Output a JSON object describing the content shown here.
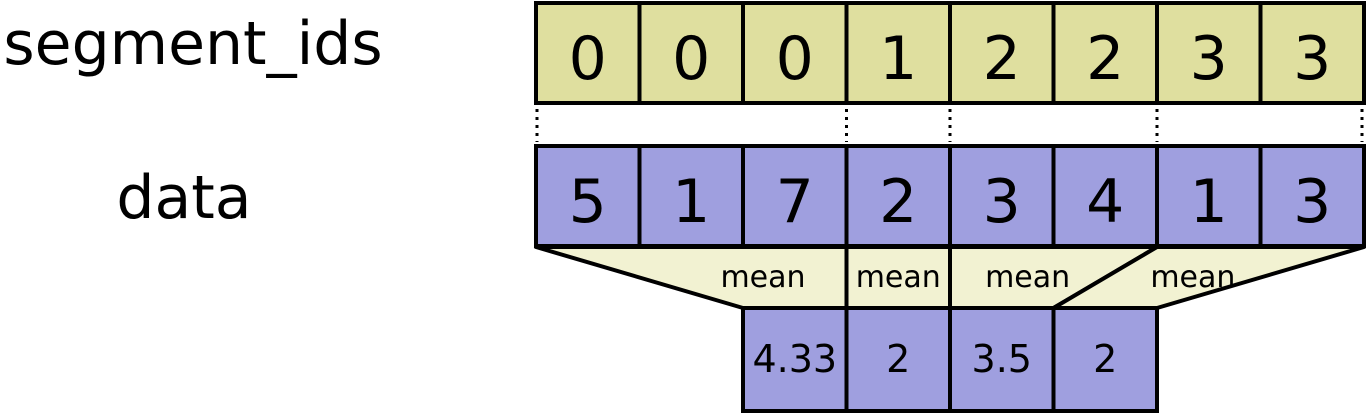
{
  "labels": {
    "segment_ids": "segment_ids",
    "data": "data"
  },
  "segment_ids": [
    "0",
    "0",
    "0",
    "1",
    "2",
    "2",
    "3",
    "3"
  ],
  "data_values": [
    "5",
    "1",
    "7",
    "2",
    "3",
    "4",
    "1",
    "3"
  ],
  "operation_label": "mean",
  "results": [
    "4.33",
    "2",
    "3.5",
    "2"
  ],
  "colors": {
    "segment_fill": "#dfdf9f",
    "data_fill": "#9f9fdf",
    "funnel_fill": "#f2f2d2",
    "stroke": "#000000"
  }
}
